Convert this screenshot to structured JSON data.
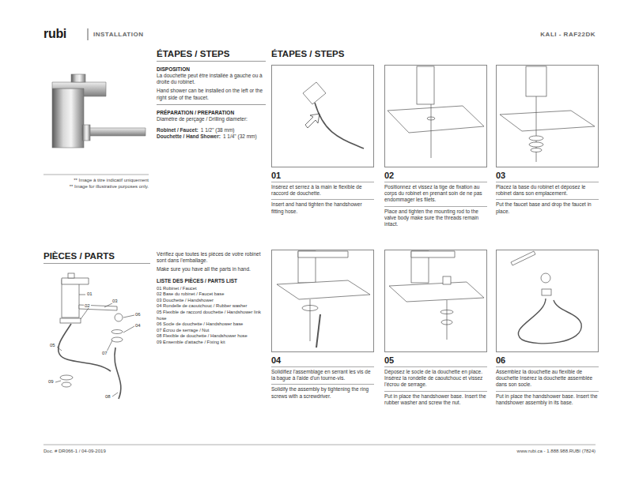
{
  "diagram": {
    "nodes": [
      {
        "text": [
          "01",
          "Insérez et serrez à la main le flexible de raccord de douchette.",
          "Insert and hand tighten the handshower fitting hose."
        ]
      },
      {
        "text": [
          "02",
          "Positionnez et vissez la tige de fixation au corps du robinet en prenant soin de ne pas endommager les filets.",
          "Place and tighten the mounting rod to the valve body make sure the threads remain intact."
        ]
      },
      {
        "text": [
          "03",
          "Placez la base du robinet et déposez le robinet dans son emplacement.",
          "Put the faucet base and drop the faucet in place."
        ]
      },
      {
        "text": [
          "04",
          "Solidifiez l'assemblage en serrant les vis de la bague à l'aide d'un tourne-vis.",
          "Solidify the assembly by tightening the ring screws with a screwdriver."
        ]
      },
      {
        "text": [
          "05",
          "Déposez le socle de la douchette en place. Insérez la rondelle de caoutchouc et vissez l'écrou de serrage.",
          "Put in place the handshower base. Insert the rubber washer and screw the nut."
        ]
      },
      {
        "text": [
          "06",
          "Assemblez la douchette au flexible de douchette Insérez la douchette assemblée dans son socle.",
          "Put in place the handshower base. Insert the handshower assembly in its base."
        ]
      }
    ],
    "labels": [
      "rubi",
      "INSTALLATION",
      "KALI - RAF22DK",
      "ÉTAPES / STEPS",
      "DISPOSITION",
      "La douchette peut être installée à gauche ou à droite du robinet.",
      "Hand shower can be installed on the left or the right side of the faucet.",
      "PRÉPARATION / PREPARATION",
      "Diamètre de perçage / Drilling diameter:",
      "Robinet / Faucet:",
      "1 1/2\" (38 mm)",
      "Douchette / Hand Shower:",
      "1 1/4\" (32 mm)",
      "ÉTAPES / STEPS",
      "** Image à titre indicatif uniquement",
      "** Image for illustrative purposes only.",
      "PIÈCES / PARTS",
      "Vérifiez que toutes les pièces de votre robinet sont dans l'emballage.",
      "Make sure you have all the parts in hand.",
      "LISTE DES PIÈCES / PARTS LIST",
      "01 Robinet / Faucet",
      "02 Base du robinet / Faucet base",
      "03 Douchette / Handshower",
      "04 Rondelle de caoutchouc / Rubber washer",
      "05 Flexible de raccord douchette / Handshower link hose",
      "06 Socle de douchette / Handshower base",
      "07 Écrou de serrage / Nut",
      "08 Flexible de douchette / Handshower hose",
      "09 Ensemble d'attache / Fixing kit",
      "01",
      "02",
      "03",
      "06",
      "04",
      "05",
      "07",
      "09",
      "08",
      "Doc. # DR066-1 / 04-09-2019",
      "www.rubi.ca - 1.888.988.RUBI (7824)"
    ]
  }
}
